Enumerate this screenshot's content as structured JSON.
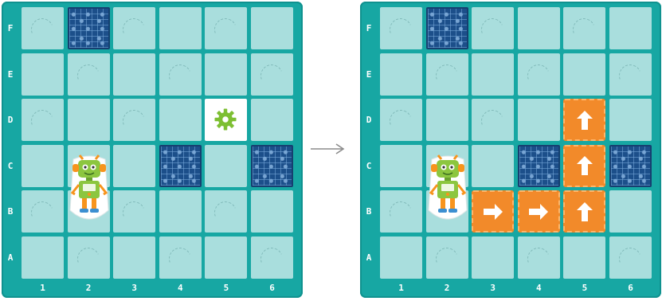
{
  "rows": [
    "F",
    "E",
    "D",
    "C",
    "B",
    "A"
  ],
  "columns": [
    "1",
    "2",
    "3",
    "4",
    "5",
    "6"
  ],
  "colors": {
    "board": "#17a7a3",
    "tile": "#a9dedd",
    "circuit_tile": "#1c4f8a",
    "arrow_tile": "#f28a2a",
    "gear": "#7dbf32",
    "robot_body": "#8cc63f",
    "robot_accent": "#f7941d"
  },
  "left_board": {
    "obstacles": [
      "F2",
      "C4",
      "C6"
    ],
    "target": "D5",
    "robot": "B2",
    "target_icon": "gear-icon"
  },
  "right_board": {
    "obstacles": [
      "F2",
      "C4",
      "C6"
    ],
    "robot": "B2",
    "path": [
      {
        "cell": "B3",
        "direction": "right"
      },
      {
        "cell": "B4",
        "direction": "right"
      },
      {
        "cell": "B5",
        "direction": "up"
      },
      {
        "cell": "C5",
        "direction": "up"
      },
      {
        "cell": "D5",
        "direction": "up"
      }
    ]
  },
  "transition_icon": "right-arrow-icon"
}
